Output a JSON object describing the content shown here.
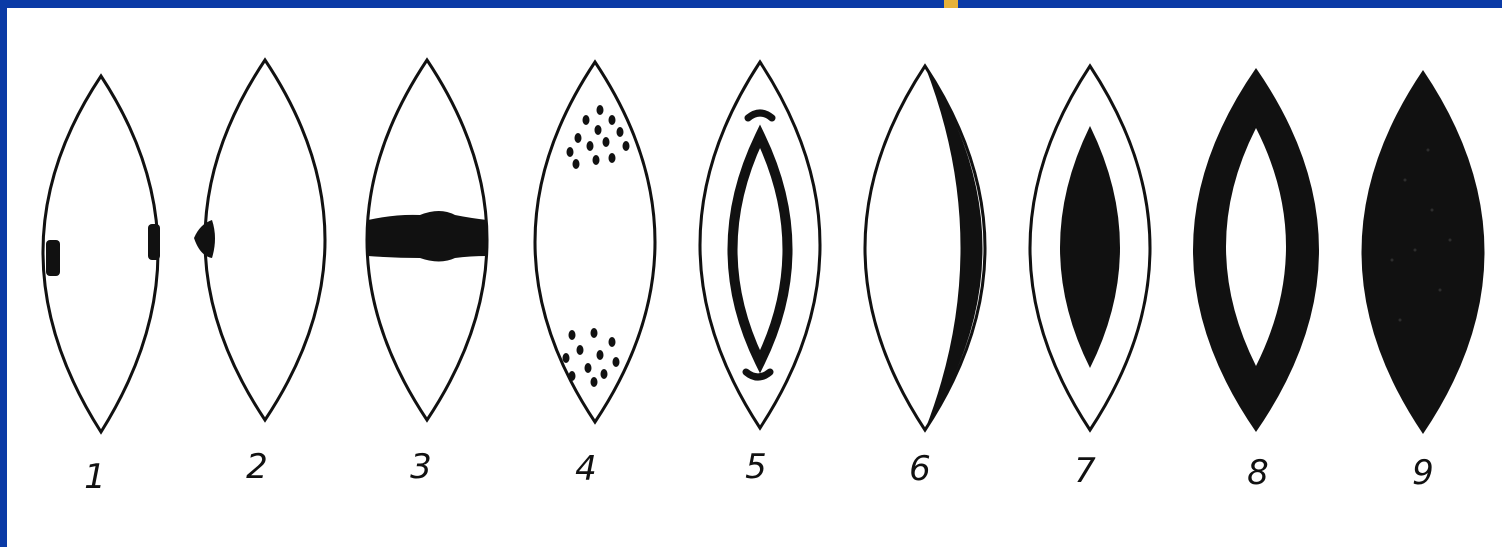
{
  "figure": {
    "labels": [
      "1",
      "2",
      "3",
      "4",
      "5",
      "6",
      "7",
      "8",
      "9"
    ]
  },
  "colors": {
    "frame": "#0a3aa6",
    "accent": "#e6b23a",
    "ink": "#111111",
    "paper": "#ffffff"
  }
}
